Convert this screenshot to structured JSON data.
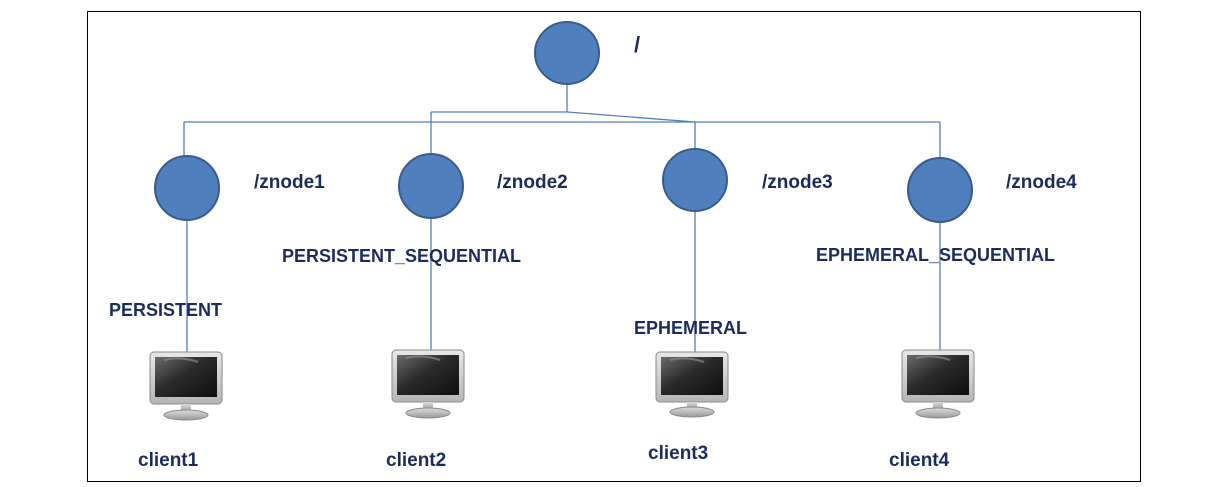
{
  "diagram": {
    "root": {
      "label": "/"
    },
    "nodes": [
      {
        "label": "/znode1",
        "type": "PERSISTENT",
        "client": "client1"
      },
      {
        "label": "/znode2",
        "type": "PERSISTENT_SEQUENTIAL",
        "client": "client2"
      },
      {
        "label": "/znode3",
        "type": "EPHEMERAL",
        "client": "client3"
      },
      {
        "label": "/znode4",
        "type": "EPHEMERAL_SEQUENTIAL",
        "client": "client4"
      }
    ],
    "colors": {
      "node_fill": "#4f7fbd",
      "node_stroke": "#385d8a",
      "line": "#4f7fbd",
      "text": "#1a2b5c"
    }
  }
}
